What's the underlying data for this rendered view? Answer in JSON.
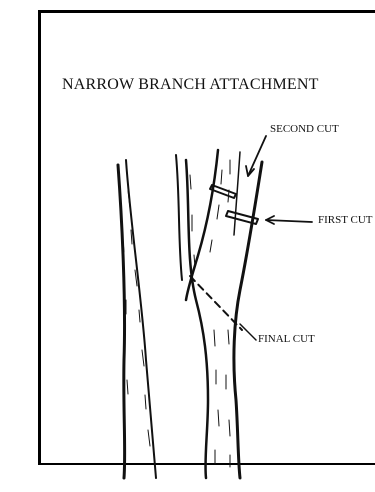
{
  "title": "NARROW BRANCH ATTACHMENT",
  "labels": {
    "second_cut": "SECOND CUT",
    "first_cut": "FIRST CUT",
    "final_cut": "FINAL CUT"
  },
  "colors": {
    "ink": "#111111",
    "background": "#ffffff"
  }
}
